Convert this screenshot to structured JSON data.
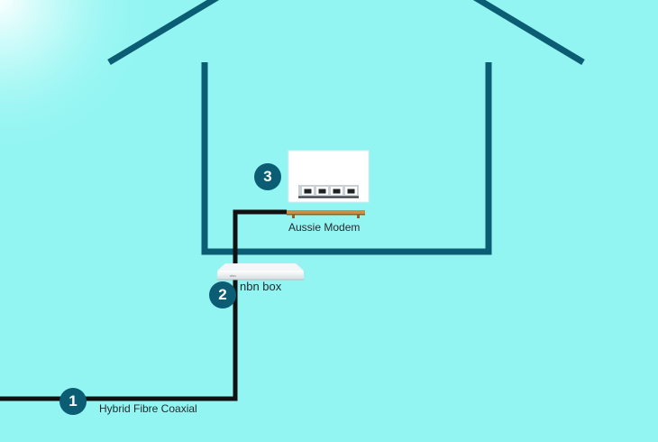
{
  "colors": {
    "background": "#93f5f2",
    "house_outline": "#0a5d73",
    "cable": "#111111",
    "badge": "#0a5d73",
    "shelf": "#c98f4a"
  },
  "steps": [
    {
      "number": "1",
      "label": "Hybrid Fibre Coaxial"
    },
    {
      "number": "2",
      "label": "nbn box"
    },
    {
      "number": "3",
      "label": "Aussie Modem"
    }
  ],
  "devices": {
    "nbn_box_logo": "nbn",
    "modem_port_count": 4
  },
  "icons": {
    "house": "house-outline-icon",
    "modem": "modem-icon",
    "nbn_box": "nbn-box-icon"
  }
}
